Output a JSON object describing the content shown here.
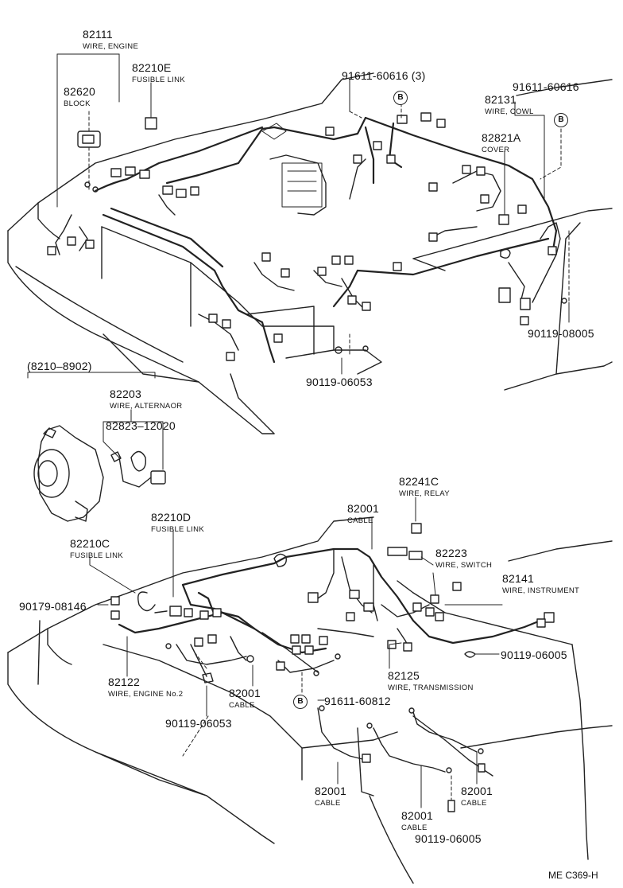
{
  "diagram": {
    "labels": {
      "p82111": {
        "part": "82111",
        "name": "WIRE, ENGINE"
      },
      "p82210e": {
        "part": "82210E",
        "name": "FUSIBLE LINK"
      },
      "p82620": {
        "part": "82620",
        "name": "BLOCK"
      },
      "p91611a": {
        "part": "91611-60616 (3)",
        "name": ""
      },
      "p91611b": {
        "part": "91611-60616",
        "name": ""
      },
      "p82131": {
        "part": "82131",
        "name": "WIRE, COWL"
      },
      "p82821a": {
        "part": "82821A",
        "name": "COVER"
      },
      "p90119_08005": {
        "part": "90119-08005",
        "name": ""
      },
      "p90119_06053a": {
        "part": "90119-06053",
        "name": ""
      },
      "p8210_8902": {
        "part": "(8210–8902)",
        "name": ""
      },
      "p82203": {
        "part": "82203",
        "name": "WIRE, ALTERNAOR"
      },
      "p82823": {
        "part": "82823–12020",
        "name": ""
      },
      "p82241c": {
        "part": "82241C",
        "name": "WIRE, RELAY"
      },
      "p82001_top": {
        "part": "82001",
        "name": "CABLE"
      },
      "p82210d": {
        "part": "82210D",
        "name": "FUSIBLE LINK"
      },
      "p82210c": {
        "part": "82210C",
        "name": "FUSIBLE LINK"
      },
      "p82223": {
        "part": "82223",
        "name": "WIRE, SWITCH"
      },
      "p82141": {
        "part": "82141",
        "name": "WIRE, INSTRUMENT"
      },
      "p90179": {
        "part": "90179-08146",
        "name": ""
      },
      "p90119_06005a": {
        "part": "90119-06005",
        "name": ""
      },
      "p82125": {
        "part": "82125",
        "name": "WIRE, TRANSMISSION"
      },
      "p82122": {
        "part": "82122",
        "name": "WIRE, ENGINE No.2"
      },
      "p82001_mid": {
        "part": "82001",
        "name": "CABLE"
      },
      "p91611c": {
        "part": "91611-60812",
        "name": ""
      },
      "p90119_06053b": {
        "part": "90119-06053",
        "name": ""
      },
      "p82001_bl": {
        "part": "82001",
        "name": "CABLE"
      },
      "p82001_bm": {
        "part": "82001",
        "name": "CABLE"
      },
      "p82001_br": {
        "part": "82001",
        "name": "CABLE"
      },
      "p90119_06005b": {
        "part": "90119-06005",
        "name": ""
      }
    },
    "bolt_marker": "B",
    "drawing_code": "ME C369-H"
  }
}
